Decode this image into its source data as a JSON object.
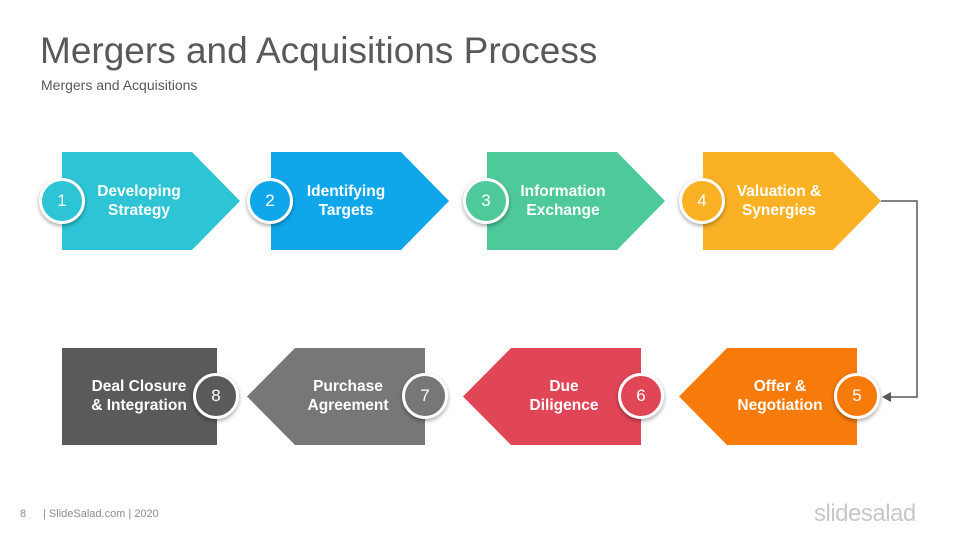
{
  "title": "Mergers and Acquisitions Process",
  "subtitle": "Mergers and Acquisitions",
  "steps": [
    {
      "number": "1",
      "label_line1": "Developing",
      "label_line2": "Strategy",
      "color": "#2DC5D5"
    },
    {
      "number": "2",
      "label_line1": "Identifying",
      "label_line2": "Targets",
      "color": "#10A7EA"
    },
    {
      "number": "3",
      "label_line1": "Information",
      "label_line2": "Exchange",
      "color": "#4DC99A"
    },
    {
      "number": "4",
      "label_line1": "Valuation &",
      "label_line2": "Synergies",
      "color": "#FBB124"
    },
    {
      "number": "5",
      "label_line1": "Offer &",
      "label_line2": "Negotiation",
      "color": "#F77B0B"
    },
    {
      "number": "6",
      "label_line1": "Due",
      "label_line2": "Diligence",
      "color": "#E14657"
    },
    {
      "number": "7",
      "label_line1": "Purchase",
      "label_line2": "Agreement",
      "color": "#777777"
    },
    {
      "number": "8",
      "label_line1": "Deal Closure",
      "label_line2": "& Integration",
      "color": "#5A5A5A"
    }
  ],
  "footer": {
    "page_number": "8",
    "credit": "| SlideSalad.com | 2020"
  },
  "logo": {
    "text": "slidesalad"
  },
  "colors": {
    "text_dark": "#595959",
    "connector": "#595959",
    "logo": "#c8c8c8"
  }
}
